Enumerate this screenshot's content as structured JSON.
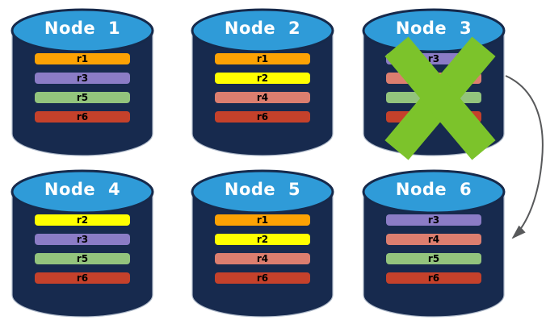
{
  "diagram": {
    "nodes": [
      {
        "label": "Node 1",
        "failed": false,
        "replicas": [
          "r1",
          "r3",
          "r5",
          "r6"
        ]
      },
      {
        "label": "Node 2",
        "failed": false,
        "replicas": [
          "r1",
          "r2",
          "r4",
          "r6"
        ]
      },
      {
        "label": "Node 3",
        "failed": true,
        "replicas": [
          "r3",
          "r4",
          "r5",
          "r6"
        ]
      },
      {
        "label": "Node 4",
        "failed": false,
        "replicas": [
          "r2",
          "r3",
          "r5",
          "r6"
        ]
      },
      {
        "label": "Node 5",
        "failed": false,
        "replicas": [
          "r1",
          "r2",
          "r4",
          "r6"
        ]
      },
      {
        "label": "Node 6",
        "failed": false,
        "replicas": [
          "r3",
          "r4",
          "r5",
          "r6"
        ]
      }
    ],
    "replica_colors": {
      "r1": "#FCA204",
      "r2": "#FFFF00",
      "r3": "#8B7CC6",
      "r4": "#DC7E6F",
      "r5": "#93C47D",
      "r6": "#C5412B"
    },
    "colors": {
      "cylinder_body": "#172A4E",
      "cylinder_top": "#2F9BD8",
      "cylinder_top_border": "#16294B",
      "cylinder_outline": "#AEB9C9",
      "x_mark": "#7CC32B",
      "arrow": "#58595B",
      "bar_label": "#000000",
      "title": "#FFFFFF"
    },
    "arrow": {
      "from": "Node 3",
      "to": "Node 6"
    }
  }
}
